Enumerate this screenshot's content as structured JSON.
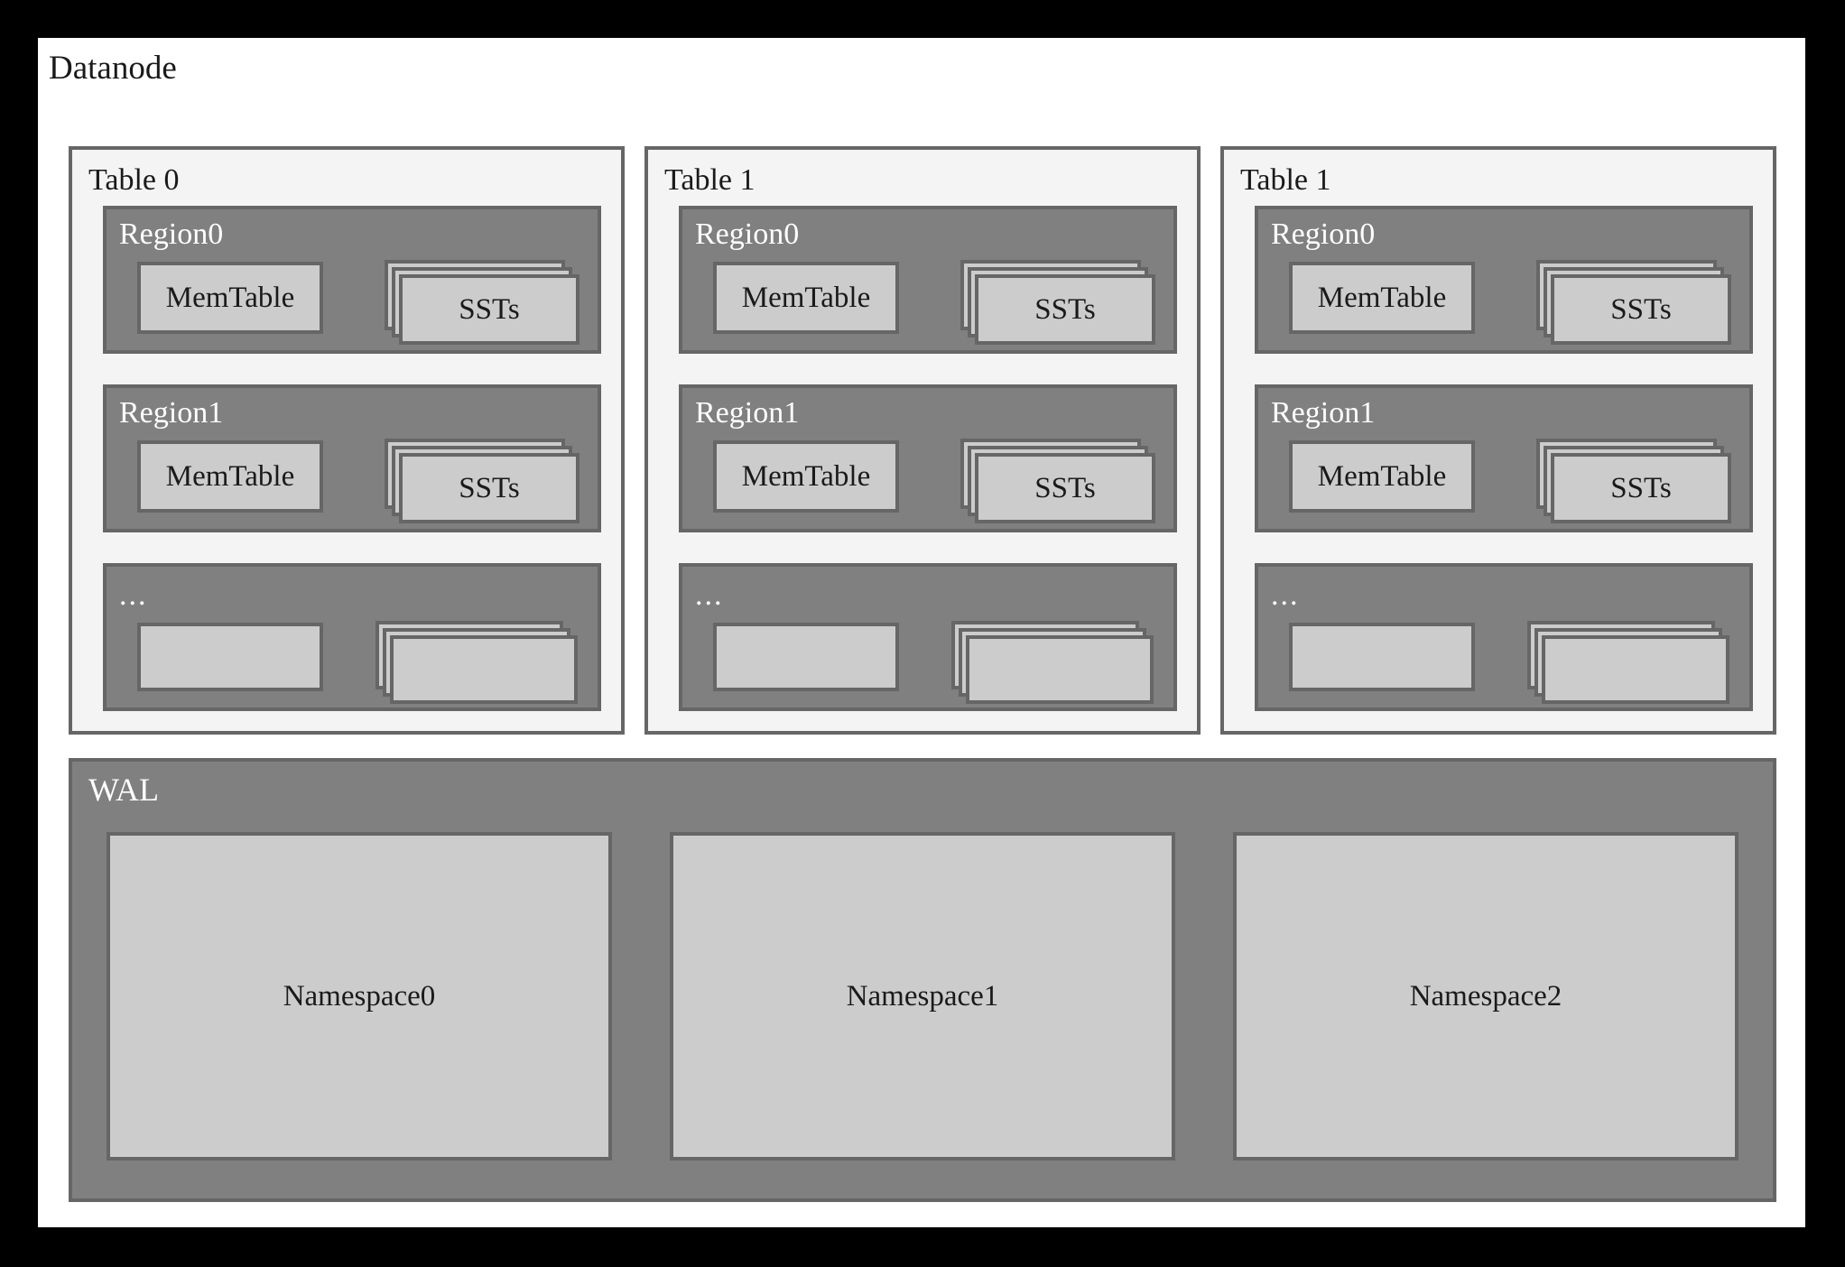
{
  "diagram": {
    "title": "Datanode",
    "tables": [
      {
        "label": "Table 0",
        "regions": [
          {
            "label": "Region0",
            "memtable": "MemTable",
            "ssts": "SSTs"
          },
          {
            "label": "Region1",
            "memtable": "MemTable",
            "ssts": "SSTs"
          },
          {
            "label": "...",
            "memtable": "",
            "ssts": ""
          }
        ]
      },
      {
        "label": "Table 1",
        "regions": [
          {
            "label": "Region0",
            "memtable": "MemTable",
            "ssts": "SSTs"
          },
          {
            "label": "Region1",
            "memtable": "MemTable",
            "ssts": "SSTs"
          },
          {
            "label": "...",
            "memtable": "",
            "ssts": ""
          }
        ]
      },
      {
        "label": "Table 1",
        "regions": [
          {
            "label": "Region0",
            "memtable": "MemTable",
            "ssts": "SSTs"
          },
          {
            "label": "Region1",
            "memtable": "MemTable",
            "ssts": "SSTs"
          },
          {
            "label": "...",
            "memtable": "",
            "ssts": ""
          }
        ]
      }
    ],
    "wal": {
      "label": "WAL",
      "namespaces": [
        "Namespace0",
        "Namespace1",
        "Namespace2"
      ]
    }
  },
  "colors": {
    "page_border": "#000000",
    "canvas": "#ffffff",
    "table_fill": "#f4f4f4",
    "region_fill": "#808080",
    "box_fill": "#cccccc",
    "stroke": "#666666",
    "dark_text": "#1a1a1a",
    "light_text": "#ffffff"
  }
}
